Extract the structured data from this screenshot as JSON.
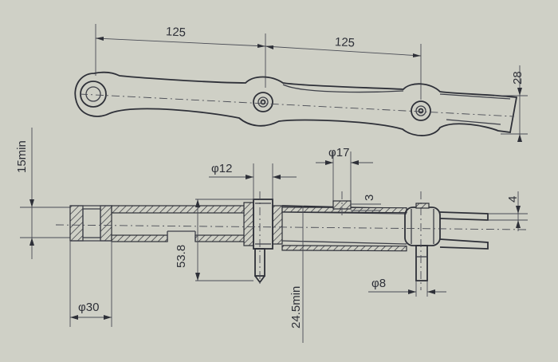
{
  "drawing": {
    "top_view": {
      "pitch_left": "125",
      "pitch_right": "125",
      "plate_height": "28"
    },
    "section_view": {
      "min_gap": "15min",
      "pin_dia": "φ12",
      "roller_dia": "φ17",
      "plate_thickness": "3",
      "offset": "4",
      "inner_width": "53.8",
      "min_span": "24.5min",
      "bush_dia": "φ30",
      "small_pin_dia": "φ8"
    }
  }
}
